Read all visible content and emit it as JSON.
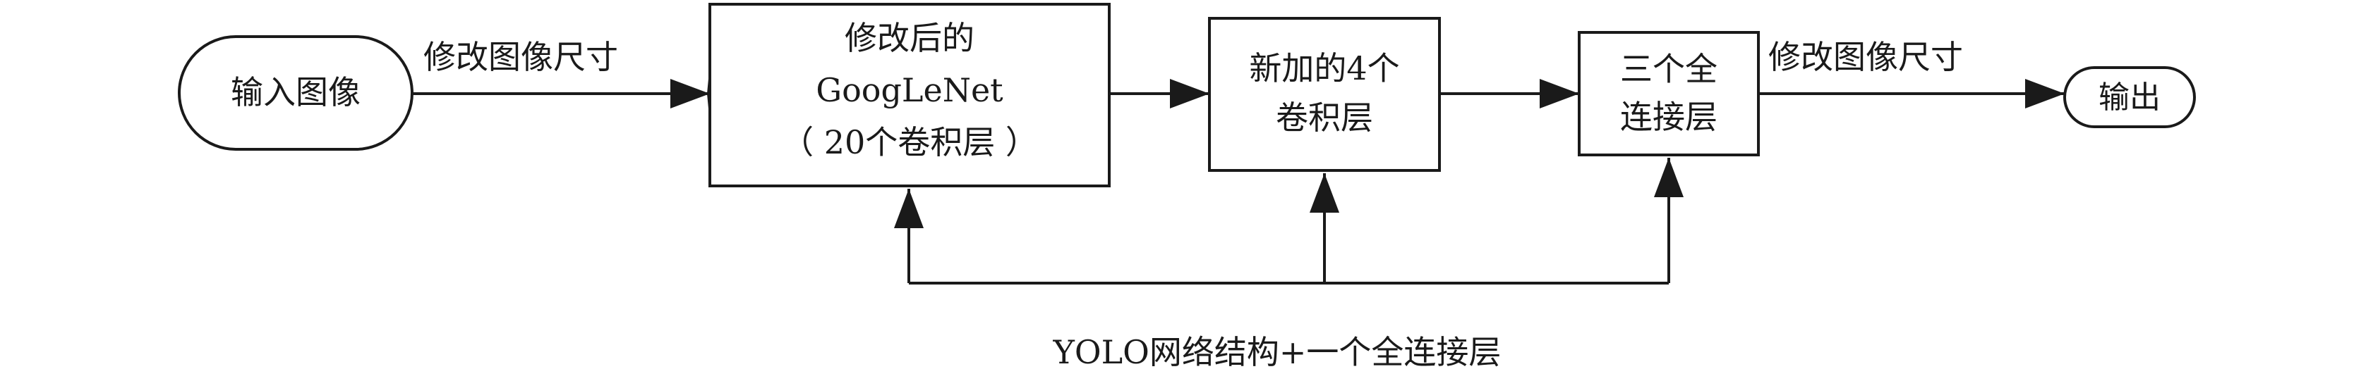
{
  "nodes": {
    "input": {
      "label": "输入图像"
    },
    "googlenet": {
      "lines": [
        "修改后的",
        "GoogLeNet",
        "（ 20个卷积层 ）"
      ]
    },
    "conv4": {
      "lines": [
        "新加的4个",
        "卷积层"
      ]
    },
    "fc3": {
      "lines": [
        "三个全",
        "连接层"
      ]
    },
    "output": {
      "label": "输出"
    }
  },
  "edges": {
    "input_to_googlenet": {
      "label": "修改图像尺寸"
    },
    "fc3_to_output": {
      "label": "修改图像尺寸"
    }
  },
  "caption": "YOLO网络结构+一个全连接层",
  "colors": {
    "stroke": "#1a1a1a",
    "background": "#ffffff"
  }
}
